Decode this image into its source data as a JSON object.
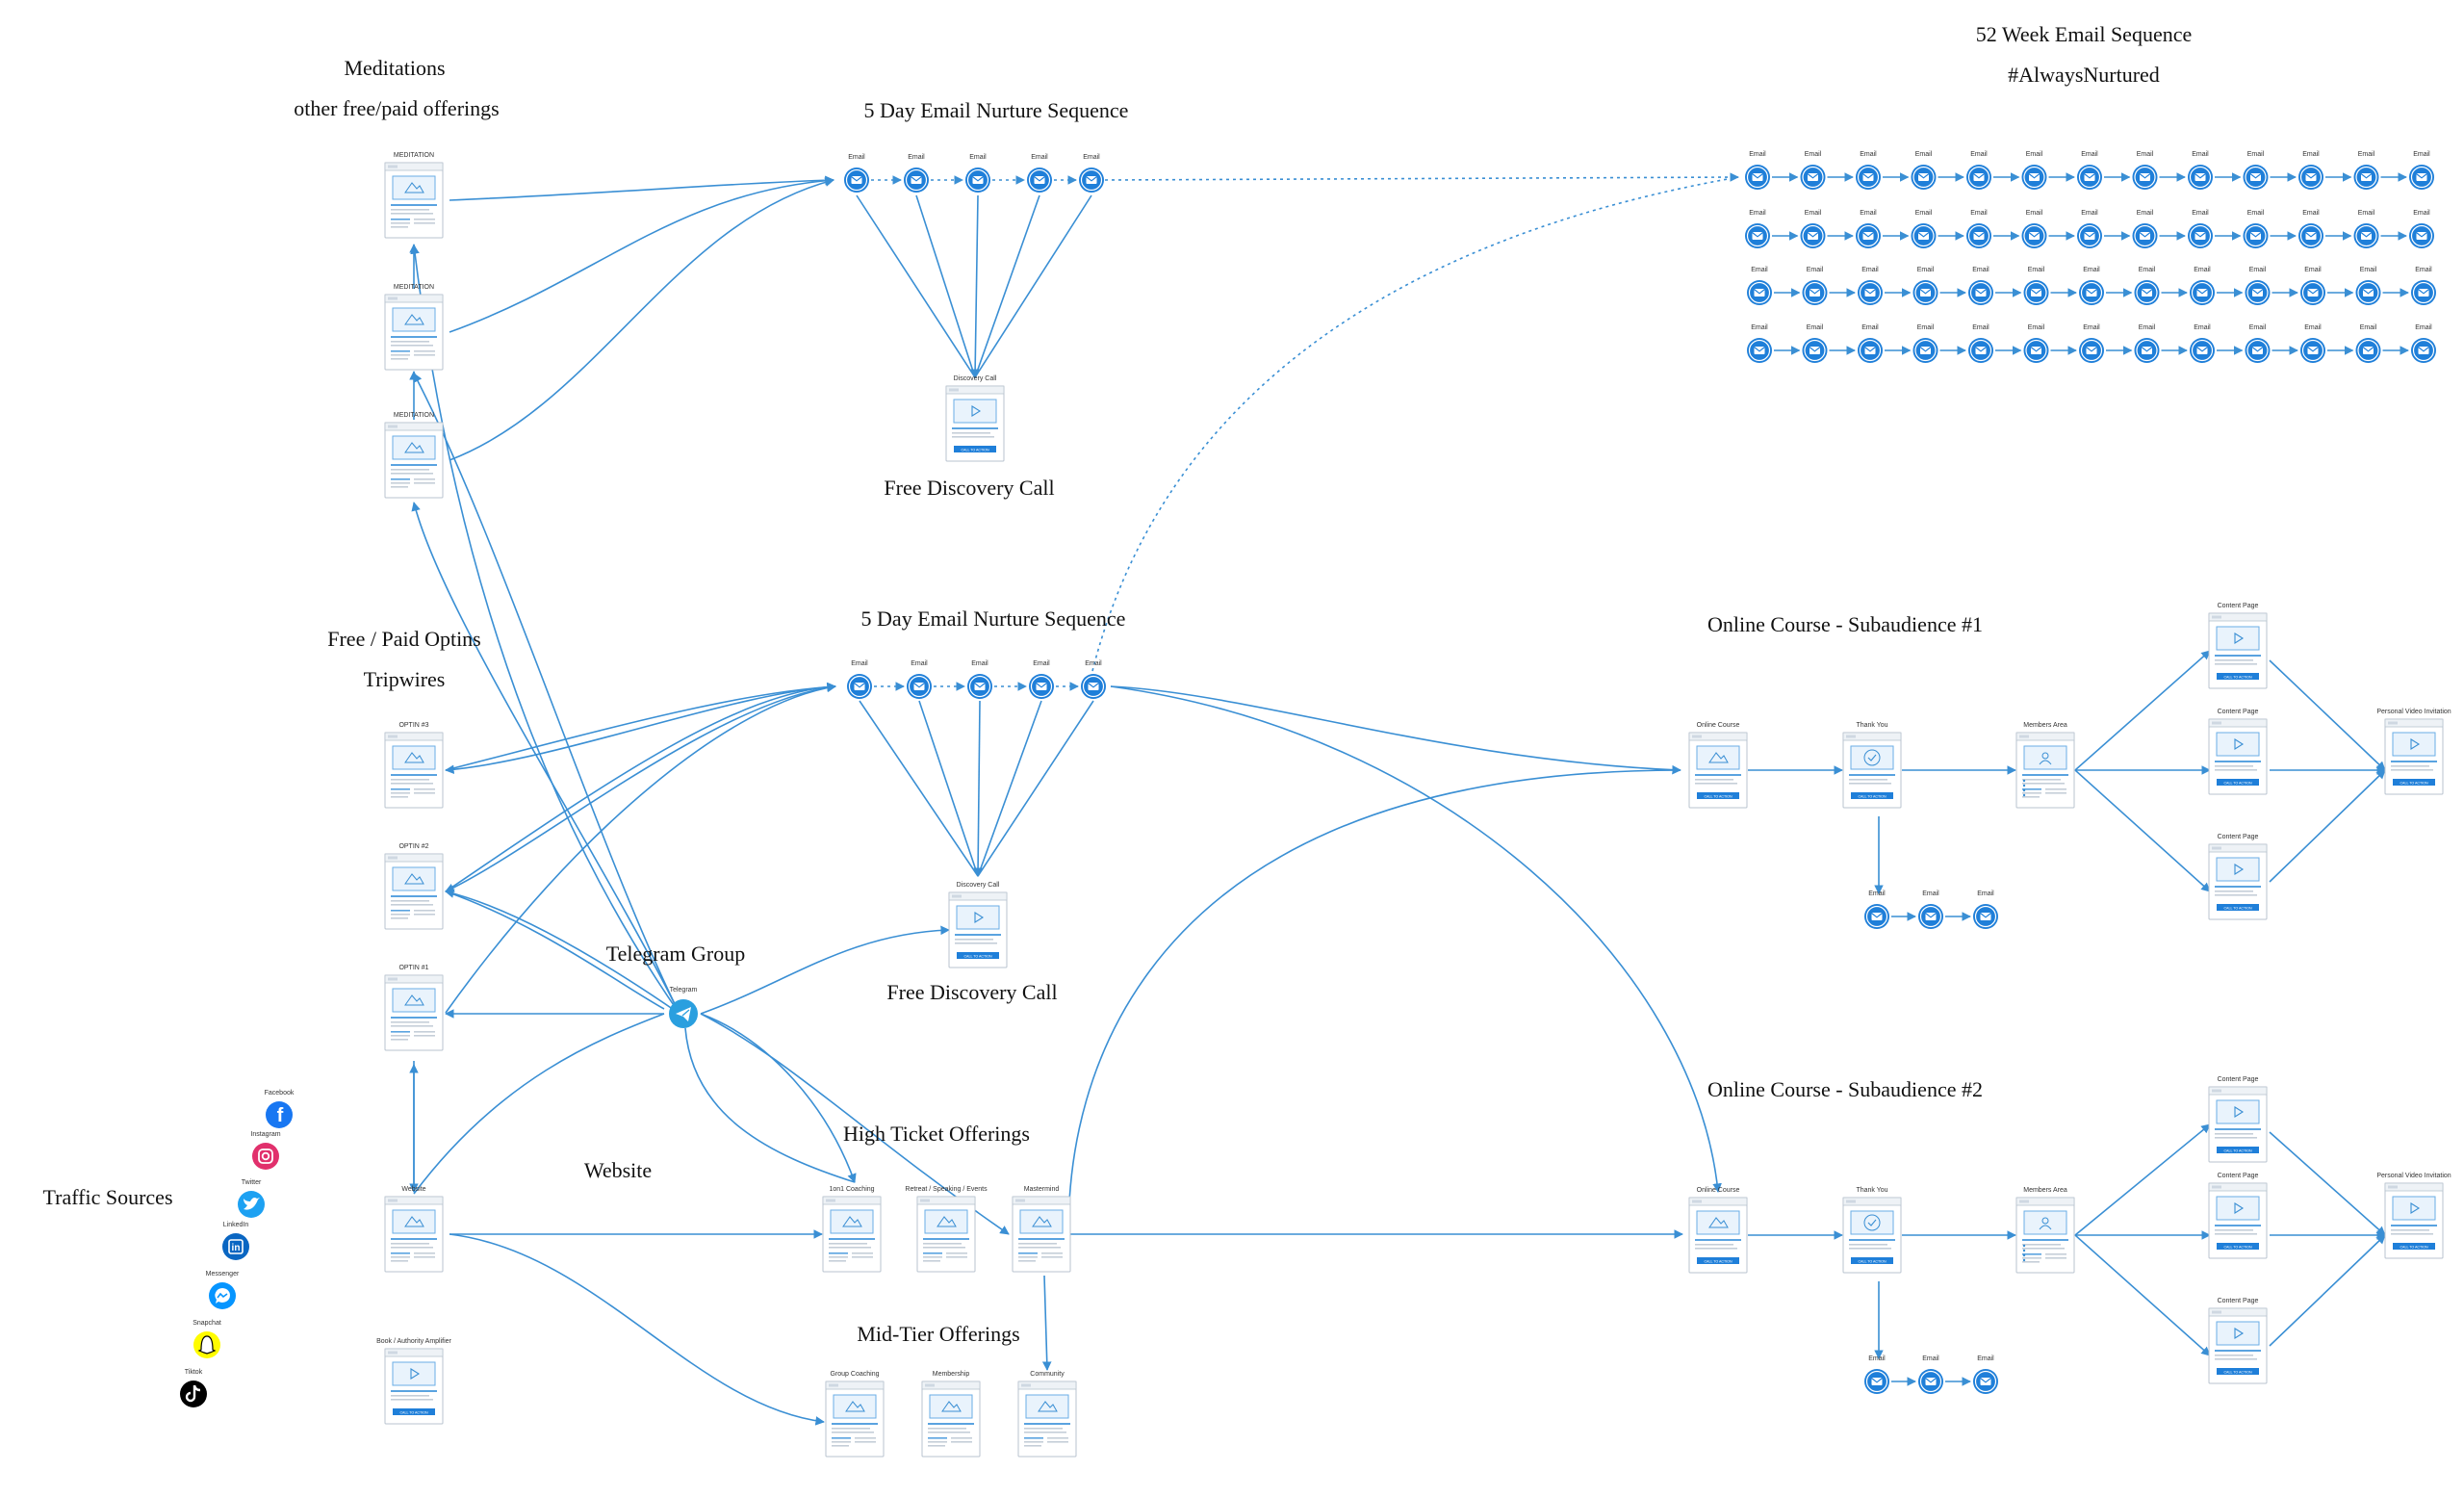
{
  "labels": {
    "meditations": "Meditations",
    "other_offerings": "other free/paid offerings",
    "nurture_top": "5 Day Email Nurture Sequence",
    "free_call_top": "Free Discovery Call",
    "week52": "52 Week Email Sequence",
    "always_nurtured": "#AlwaysNurtured",
    "optins": "Free / Paid Optins",
    "tripwires": "Tripwires",
    "nurture_mid": "5 Day Email Nurture Sequence",
    "free_call_mid": "Free Discovery Call",
    "telegram_group": "Telegram Group",
    "website": "Website",
    "traffic_sources": "Traffic Sources",
    "high_ticket": "High Ticket Offerings",
    "mid_tier": "Mid-Tier Offerings",
    "course1": "Online Course - Subaudience #1",
    "course2": "Online Course - Subaudience #2"
  },
  "tiny": {
    "meditation": "MEDITATION",
    "email": "Email",
    "discovery_call": "Discovery Call",
    "optin3": "OPTIN #3",
    "optin2": "OPTIN #2",
    "optin1": "OPTIN #1",
    "telegram": "Telegram",
    "website": "Website",
    "book": "Book / Authority Amplifier",
    "coaching_1on1": "1on1 Coaching",
    "retreat": "Retreat / Speaking / Events",
    "mastermind": "Mastermind",
    "group_coaching": "Group Coaching",
    "membership": "Membership",
    "community": "Community",
    "online_course": "Online Course",
    "thank_you": "Thank You",
    "members_area": "Members Area",
    "content_page": "Content Page",
    "personal_video": "Personal Video Invitation",
    "facebook": "Facebook",
    "instagram": "Instagram",
    "twitter": "Twitter",
    "linkedin": "LinkedIn",
    "messenger": "Messenger",
    "snapchat": "Snapchat",
    "tiktok": "Tiktok",
    "button": "CALL TO ACTION"
  },
  "colors": {
    "accent": "#1f7fd9",
    "line": "#3a8fd4",
    "facebook": "#1877f2",
    "instagram": "#e1306c",
    "twitter": "#1da1f2",
    "linkedin": "#0a66c2",
    "messenger": "#0695ff",
    "snapchat": "#fffc00",
    "tiktok": "#000000"
  },
  "icons": [
    "email-icon",
    "video-icon",
    "image-icon",
    "check-icon",
    "user-icon",
    "telegram-icon",
    "facebook-icon",
    "instagram-icon",
    "twitter-icon",
    "linkedin-icon",
    "messenger-icon",
    "snapchat-icon",
    "tiktok-icon"
  ]
}
